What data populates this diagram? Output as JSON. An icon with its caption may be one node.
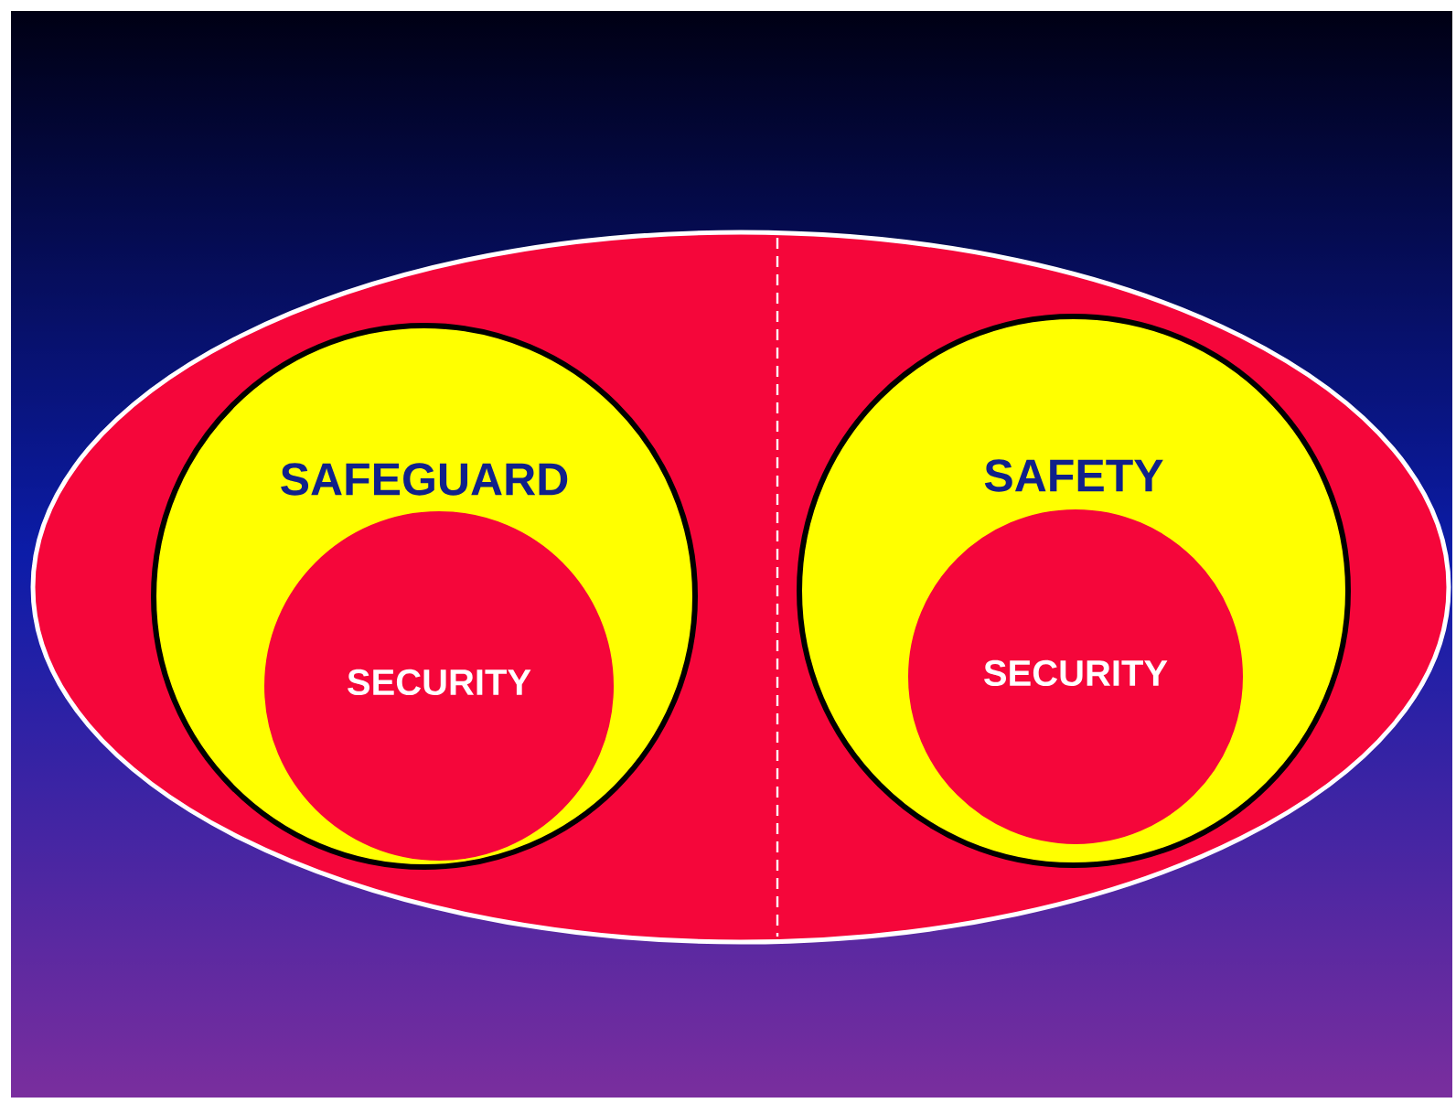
{
  "diagram": {
    "nodes": [
      {
        "text": [],
        "shape": "ellipse"
      },
      {
        "text": [
          "SAFEGUARD"
        ],
        "in": 0
      },
      {
        "text": [
          "SECURITY"
        ],
        "in": 1
      },
      {
        "text": [
          "SAFETY"
        ],
        "in": 0
      },
      {
        "text": [
          "SECURITY"
        ],
        "in": 3
      }
    ],
    "edges": []
  }
}
